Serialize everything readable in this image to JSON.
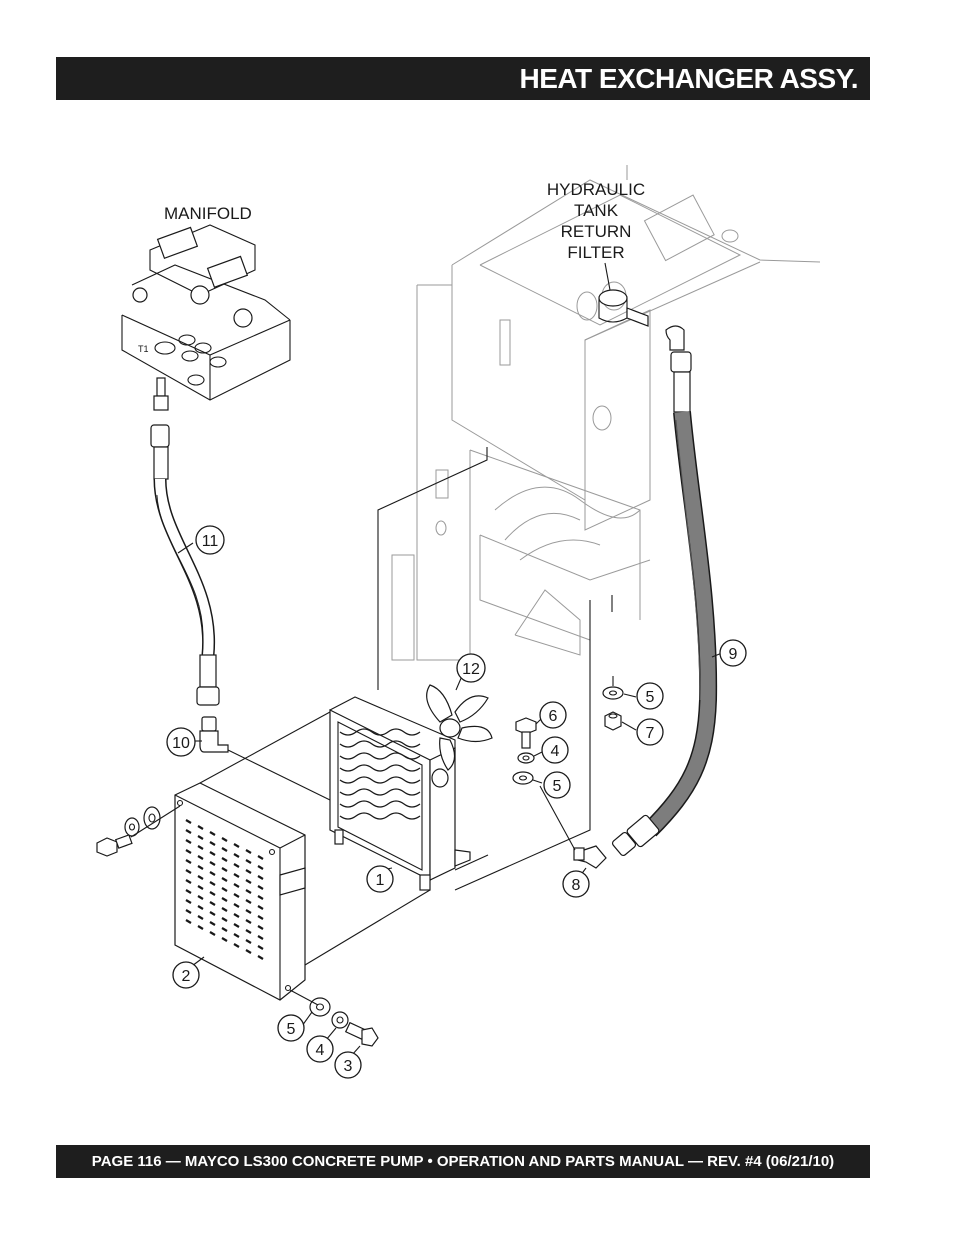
{
  "header": {
    "title": "HEAT EXCHANGER ASSY."
  },
  "footer": {
    "text": "PAGE 116 — MAYCO LS300 CONCRETE PUMP • OPERATION AND PARTS MANUAL — REV. #4 (06/21/10)"
  },
  "diagram": {
    "labels": {
      "manifold": "MANIFOLD",
      "filter_line1": "HYDRAULIC",
      "filter_line2": "TANK",
      "filter_line3": "RETURN",
      "filter_line4": "FILTER",
      "port": "T1"
    },
    "callouts": {
      "c1": "1",
      "c2": "2",
      "c3": "3",
      "c4a": "4",
      "c4b": "4",
      "c5a": "5",
      "c5b": "5",
      "c5c": "5",
      "c6": "6",
      "c7": "7",
      "c8": "8",
      "c9": "9",
      "c10": "10",
      "c11": "11",
      "c12": "12"
    }
  }
}
